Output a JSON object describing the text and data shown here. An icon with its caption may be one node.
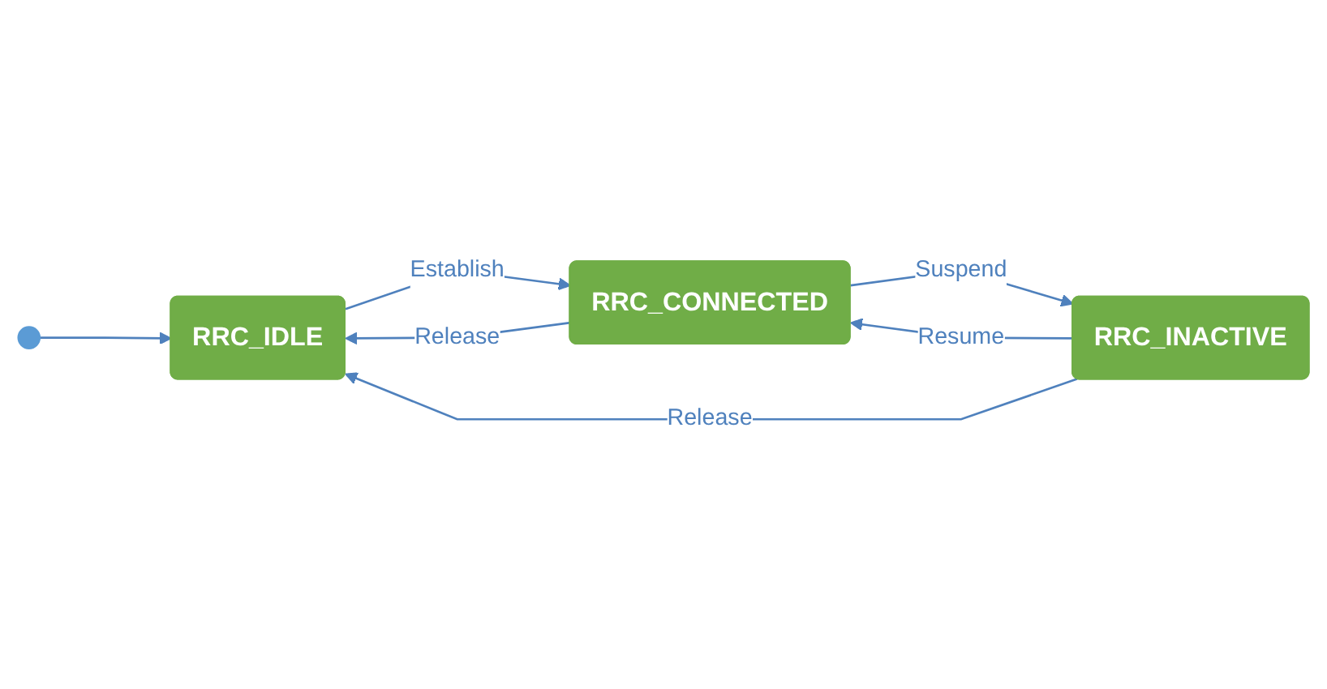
{
  "diagram": {
    "nodes": [
      {
        "text": [],
        "shape": "circle"
      },
      {
        "text": [
          "RRC_IDLE"
        ]
      },
      {
        "text": [
          "RRC_CONNECTED"
        ]
      },
      {
        "text": [
          "RRC_INACTIVE"
        ]
      }
    ],
    "edges": [
      {
        "from": 0,
        "to": 1,
        "arrow": "to"
      },
      {
        "from": 1,
        "to": 2,
        "label": "Establish",
        "arrow": "to"
      },
      {
        "from": 2,
        "to": 1,
        "label": "Release",
        "arrow": "to"
      },
      {
        "from": 3,
        "to": 1,
        "label": "Release",
        "arrow": "to"
      },
      {
        "from": 3,
        "to": 2,
        "label": "Resume",
        "arrow": "to"
      },
      {
        "from": 2,
        "to": 3,
        "label": "Suspend",
        "arrow": "to"
      }
    ]
  }
}
